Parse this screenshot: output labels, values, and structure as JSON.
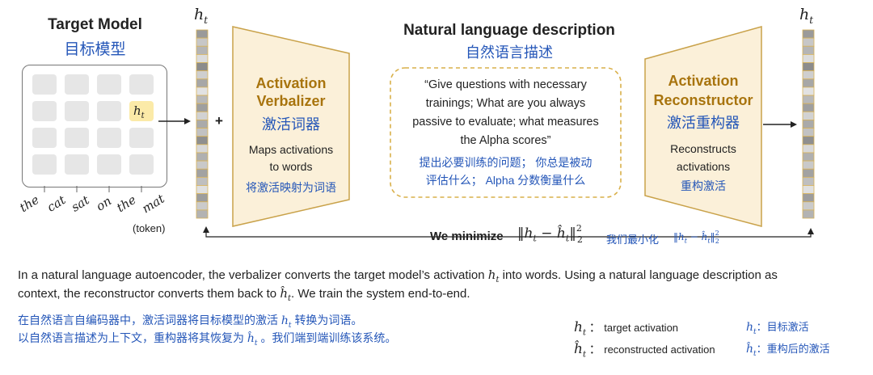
{
  "target_model": {
    "title": "Target Model",
    "title_cn": "目标模型",
    "ht_label": "h_t"
  },
  "tokens": [
    "the",
    "cat",
    "sat",
    "on",
    "the",
    "mat"
  ],
  "token_label": "(token)",
  "col_left": {
    "label": "h_t"
  },
  "col_right": {
    "label": "h_t"
  },
  "plus": "+",
  "verbalizer": {
    "title_line1": "Activation",
    "title_line2": "Verbalizer",
    "title_cn": "激活词器",
    "desc_line1": "Maps activations",
    "desc_line2": "to words",
    "desc_cn": "将激活映射为词语"
  },
  "nl_description": {
    "title": "Natural language description",
    "title_cn": "自然语言描述",
    "quote_lines": [
      "“Give questions with necessary",
      "trainings; What are you always",
      "passive to evaluate; what measures",
      "the Alpha scores”"
    ],
    "quote_cn_lines": [
      "提出必要训练的问题； 你总是被动",
      "评估什么； Alpha 分数衡量什么"
    ]
  },
  "reconstructor": {
    "title_line1": "Activation",
    "title_line2": "Reconstructor",
    "title_cn": "激活重构器",
    "desc_line1": "Reconstructs",
    "desc_line2": "activations",
    "desc_cn": "重构激活"
  },
  "minimize": {
    "prefix": "We minimize",
    "cn": "我们最小化"
  },
  "caption": {
    "en_line1_a": "In a natural language autoencoder, the verbalizer converts the target model’s activation",
    "en_line1_b": "into words. Using a natural language description as",
    "en_line2_a": "context, the reconstructor converts them back to",
    "en_line2_b": ". We train the system end-to-end.",
    "cn_line1_a": "在自然语言自编码器中，激活词器将目标模型的激活",
    "cn_line1_b": "转换为词语。",
    "cn_line2_a": "以自然语言描述为上下文，重构器将其恢复为",
    "cn_line2_b": "。我们端到端训练该系统。"
  },
  "legend": {
    "ht_en": "target activation",
    "ht_cn": "目标激活",
    "hhat_en": "reconstructed activation",
    "hhat_cn": "重构后的激活",
    "sep": "："
  },
  "colors": {
    "gold": "#a8740e",
    "blue": "#2456b8",
    "trap_fill": "#fbf0d9",
    "trap_stroke": "#c9a24a"
  }
}
